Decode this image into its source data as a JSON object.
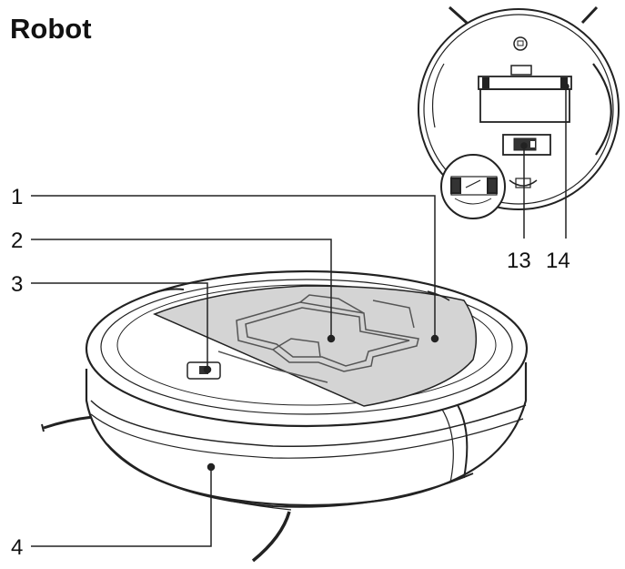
{
  "title": "Robot",
  "callouts": {
    "c1": "1",
    "c2": "2",
    "c3": "3",
    "c4": "4",
    "c13": "13",
    "c14": "14"
  },
  "colors": {
    "line": "#222222",
    "top_panel": "#d4d4d4",
    "light_line": "#777777"
  }
}
